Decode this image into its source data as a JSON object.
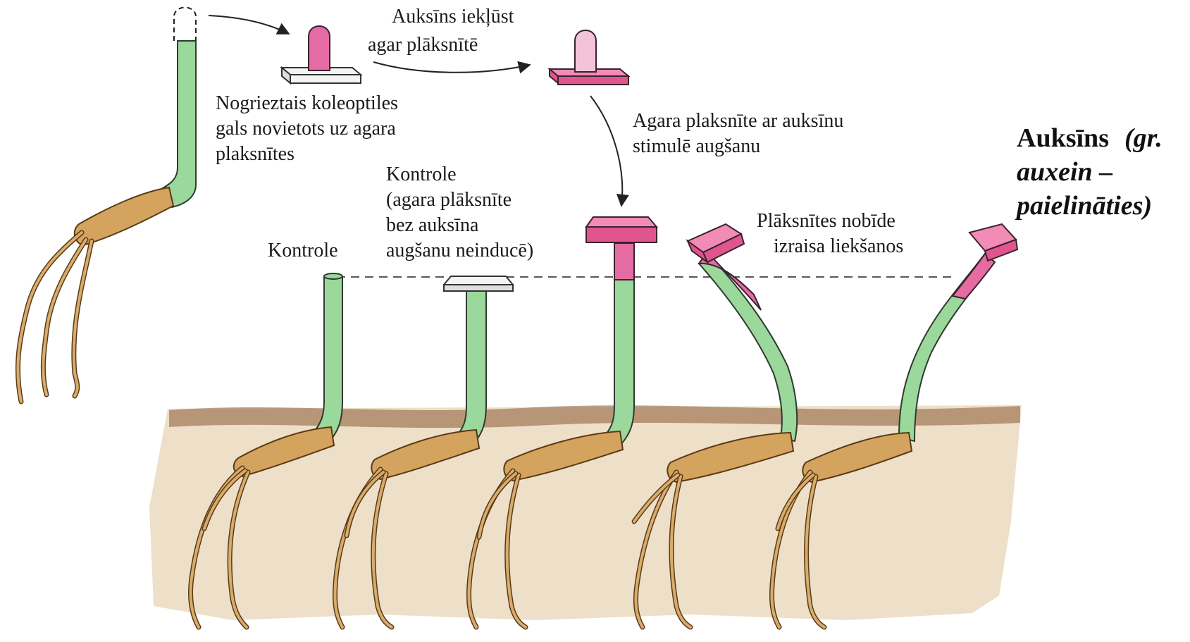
{
  "title": {
    "word": "Auksīns",
    "line1_italic": "(gr.",
    "line2": "auxein –",
    "line3": "paielināties)"
  },
  "labels": {
    "enters_agar": [
      "Auksīns iekļūst",
      "agar plāksnītē"
    ],
    "cut_tip": [
      "Nogrieztais koleoptiles",
      "gals novietots uz agara",
      "plaksnītes"
    ],
    "stimulates": [
      "Agara plaksnīte ar auksīnu",
      "stimulē augšanu"
    ],
    "control_plain": "Kontrole",
    "control_agar": [
      "Kontrole",
      "(agara plāksnīte",
      "bez auksīna",
      "augšanu neinducē)"
    ],
    "offset_bending": [
      "Plāksnītes nobīde",
      "izraisa liekšanos"
    ]
  },
  "colors": {
    "coleoptile": "#9bd89b",
    "auxin_agar": "#e0558d",
    "plain_agar": "#f4f4f4",
    "seed": "#d4a35e",
    "soil": "#eedfc9"
  }
}
